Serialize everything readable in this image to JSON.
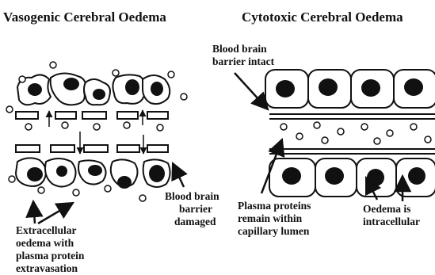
{
  "titles": {
    "left": "Vasogenic Cerebral Oedema",
    "right": "Cytotoxic Cerebral Oedema"
  },
  "labels": {
    "bbb_intact": [
      "Blood brain",
      "barrier intact"
    ],
    "bbb_damaged": [
      "Blood brain",
      "barrier",
      "damaged"
    ],
    "extracellular": [
      "Extracellular",
      "oedema with",
      "plasma protein",
      "extravasation"
    ],
    "plasma_proteins": [
      "Plasma proteins",
      "remain within",
      "capillary lumen"
    ],
    "intracellular": [
      "Oedema is",
      "intracellular"
    ]
  },
  "colors": {
    "ink": "#111111",
    "background": "#ffffff"
  }
}
